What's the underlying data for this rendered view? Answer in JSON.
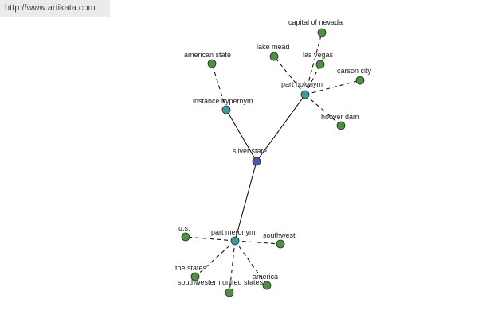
{
  "watermark": {
    "url": "http://www.artikata.com"
  },
  "colors": {
    "root": "#4a5aa0",
    "relation": "#3c9a9a",
    "leaf": "#4f8f42"
  },
  "nodes": [
    {
      "id": "silver-state",
      "label": "silver state",
      "kind": "root"
    },
    {
      "id": "instance-hypernym",
      "label": "instance hypernym",
      "kind": "relation"
    },
    {
      "id": "part-holonym",
      "label": "part holonym",
      "kind": "relation"
    },
    {
      "id": "part-meronym",
      "label": "part meronym",
      "kind": "relation"
    },
    {
      "id": "american-state",
      "label": "american state",
      "kind": "leaf"
    },
    {
      "id": "capital-of-nevada",
      "label": "capital of nevada",
      "kind": "leaf"
    },
    {
      "id": "lake-mead",
      "label": "lake mead",
      "kind": "leaf"
    },
    {
      "id": "las-vegas",
      "label": "las vegas",
      "kind": "leaf"
    },
    {
      "id": "carson-city",
      "label": "carson city",
      "kind": "leaf"
    },
    {
      "id": "hoover-dam",
      "label": "hoover dam",
      "kind": "leaf"
    },
    {
      "id": "us",
      "label": "u.s.",
      "kind": "leaf"
    },
    {
      "id": "southwest",
      "label": "southwest",
      "kind": "leaf"
    },
    {
      "id": "the-states",
      "label": "the states",
      "kind": "leaf"
    },
    {
      "id": "america",
      "label": "america",
      "kind": "leaf"
    },
    {
      "id": "southwestern-united-states",
      "label": "southwestern united states",
      "kind": "leaf"
    }
  ],
  "edges": [
    {
      "from": "silver-state",
      "to": "instance-hypernym",
      "style": "solid"
    },
    {
      "from": "silver-state",
      "to": "part-holonym",
      "style": "solid"
    },
    {
      "from": "silver-state",
      "to": "part-meronym",
      "style": "solid"
    },
    {
      "from": "instance-hypernym",
      "to": "american-state",
      "style": "dashed"
    },
    {
      "from": "part-holonym",
      "to": "capital-of-nevada",
      "style": "dashed"
    },
    {
      "from": "part-holonym",
      "to": "lake-mead",
      "style": "dashed"
    },
    {
      "from": "part-holonym",
      "to": "las-vegas",
      "style": "dashed"
    },
    {
      "from": "part-holonym",
      "to": "carson-city",
      "style": "dashed"
    },
    {
      "from": "part-holonym",
      "to": "hoover-dam",
      "style": "dashed"
    },
    {
      "from": "part-meronym",
      "to": "us",
      "style": "dashed"
    },
    {
      "from": "part-meronym",
      "to": "southwest",
      "style": "dashed"
    },
    {
      "from": "part-meronym",
      "to": "the-states",
      "style": "dashed"
    },
    {
      "from": "part-meronym",
      "to": "america",
      "style": "dashed"
    },
    {
      "from": "part-meronym",
      "to": "southwestern-united-states",
      "style": "dashed"
    }
  ]
}
